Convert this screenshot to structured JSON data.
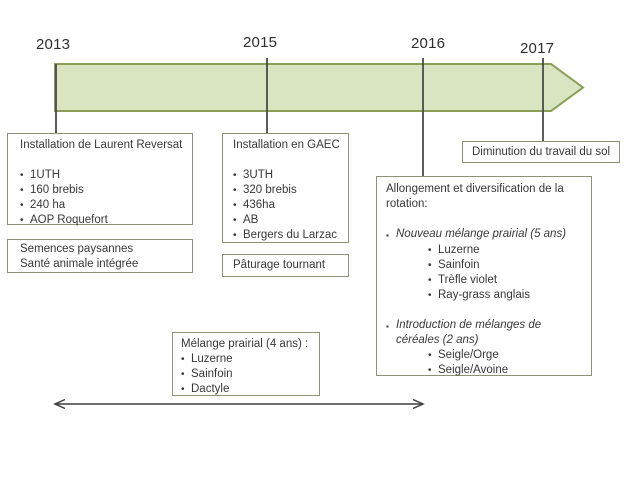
{
  "timeline": {
    "years": [
      "2013",
      "2015",
      "2016",
      "2017"
    ]
  },
  "colors": {
    "arrow_fill": "#d9e4c1",
    "arrow_stroke": "#8a9e58",
    "connector": "#4a4a4a",
    "box_border": "#8f9076",
    "text": "#383838"
  },
  "boxes": {
    "installation": {
      "title": "Installation de Laurent Reversat",
      "items": [
        "1UTH",
        "160 brebis",
        "240 ha",
        "AOP Roquefort"
      ]
    },
    "semences": {
      "lines": [
        "Semences paysannes",
        "Santé animale intégrée"
      ]
    },
    "gaec": {
      "title": "Installation en GAEC",
      "items": [
        "3UTH",
        "320 brebis",
        "436ha",
        "AB",
        "Bergers du Larzac"
      ]
    },
    "paturage": {
      "label": "Pâturage tournant"
    },
    "diminution": {
      "label": "Diminution du travail du sol"
    },
    "rotation": {
      "title": "Allongement et diversification de la rotation:",
      "groups": [
        {
          "heading": "Nouveau mélange prairial (5 ans)",
          "items": [
            "Luzerne",
            "Sainfoin",
            "Trèfle violet",
            "Ray-grass anglais"
          ]
        },
        {
          "heading": "Introduction de mélanges de céréales (2 ans)",
          "items": [
            "Seigle/Orge",
            "Seigle/Avoine"
          ]
        }
      ]
    },
    "melange": {
      "title": "Mélange prairial (4 ans) :",
      "items": [
        "Luzerne",
        "Sainfoin",
        "Dactyle"
      ]
    }
  }
}
